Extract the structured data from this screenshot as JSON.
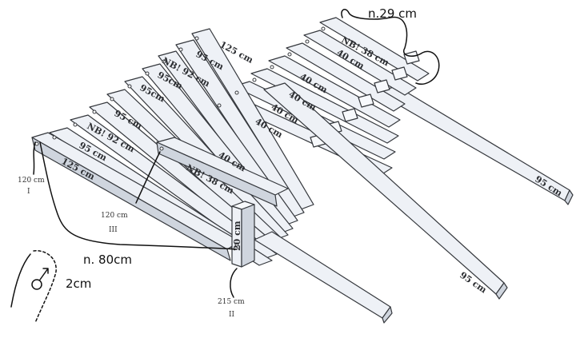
{
  "labels": {
    "top_note": "n.29 cm",
    "nb38_top": "NB! 38 cm",
    "c40_a": "40 cm",
    "c40_b": "40 cm",
    "c40_c": "40 cm",
    "c40_d": "40 cm",
    "c40_e": "40 cm",
    "c40_f": "40 cm",
    "c125_top": "125 cm",
    "c95_a": "95 cm",
    "nb92_top": "NB! 92 cm",
    "c95_b": "95cm",
    "c95_c": "95cm",
    "c95_d": "95 cm",
    "nb92_bottom": "NB! 92 cm",
    "c95_e": "95 cm",
    "c125_bottom": "125 cm",
    "nb38_bottom": "NB! 38 cm",
    "c95_right": "95 cm",
    "c95_long": "95 cm",
    "post_20": "20 cm",
    "c120_left": "120 cm",
    "c120_left_mark": "I",
    "c120_mid": "120 cm",
    "c120_mid_mark": "III",
    "note_80": "n. 80cm",
    "c215": "215 cm",
    "c215_mark": "II",
    "note_2cm": "2cm"
  }
}
